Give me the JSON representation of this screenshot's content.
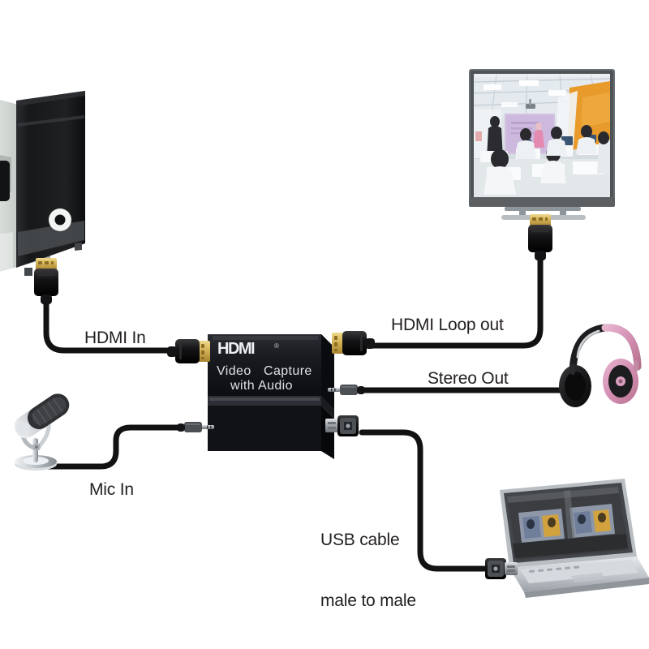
{
  "diagram": {
    "title": "HDMI Video Capture with Audio connection diagram",
    "background_color": "#ffffff",
    "label_color": "#231f20"
  },
  "labels": {
    "hdmi_in": "HDMI In",
    "hdmi_loop_out": "HDMI Loop out",
    "stereo_out": "Stereo Out",
    "mic_in": "Mic In",
    "usb_cable_line1": "USB cable",
    "usb_cable_line2": "male to male"
  },
  "device": {
    "name": "video-capture-box",
    "brand_logo": "HDMI",
    "registered_mark": "®",
    "title_line1_a": "Video",
    "title_line1_b": "Capture",
    "title_line2": "with Audio",
    "body_color": "#16171b",
    "text_color": "#e8e9ed",
    "ports": [
      {
        "name": "hdmi-in-port",
        "side": "left",
        "type": "hdmi"
      },
      {
        "name": "mic-in-port",
        "side": "left",
        "type": "3.5mm-jack"
      },
      {
        "name": "hdmi-loop-out-port",
        "side": "right",
        "type": "hdmi"
      },
      {
        "name": "stereo-out-port",
        "side": "right",
        "type": "3.5mm-jack"
      },
      {
        "name": "usb-port",
        "side": "right",
        "type": "usb"
      }
    ]
  },
  "devices": {
    "pc_tower": {
      "name": "desktop-pc-tower",
      "case_color": "#1b1c1e",
      "panel_color": "#cfd4d2",
      "power_button": "power-icon"
    },
    "television": {
      "name": "television",
      "bezel_color": "#5c6063",
      "screen_content": "classroom presentation with projector screen and seated audience",
      "wall_accent_color": "#e89a2a"
    },
    "headphones": {
      "name": "headphones",
      "cup_color": "#1d1d1f",
      "accent_color": "#d98fb4"
    },
    "microphone": {
      "name": "microphone",
      "body_color": "#b9bdc0",
      "capsule_color": "#3a3a3c"
    },
    "laptop": {
      "name": "laptop",
      "chassis_color": "#c9cdd1",
      "screen_color": "#3b3d40",
      "screen_content": "two video preview thumbnails"
    }
  },
  "cables": {
    "color": "#121212",
    "connector_shell": "#1a1a1a",
    "connector_contact": "#d7b657",
    "jack_sleeve": "#9a9ea2",
    "usb_shell": "#5d6064",
    "list": [
      {
        "name": "hdmi-in-cable",
        "from": "pc-tower",
        "to": "hdmi-in-port",
        "label": "HDMI In"
      },
      {
        "name": "hdmi-loop-out-cable",
        "from": "hdmi-loop-out-port",
        "to": "television",
        "label": "HDMI Loop out"
      },
      {
        "name": "stereo-out-cable",
        "from": "stereo-out-port",
        "to": "headphones",
        "label": "Stereo Out"
      },
      {
        "name": "mic-in-cable",
        "from": "microphone",
        "to": "mic-in-port",
        "label": "Mic In"
      },
      {
        "name": "usb-cable",
        "from": "usb-port",
        "to": "laptop",
        "label": "USB cable male to male"
      }
    ]
  }
}
